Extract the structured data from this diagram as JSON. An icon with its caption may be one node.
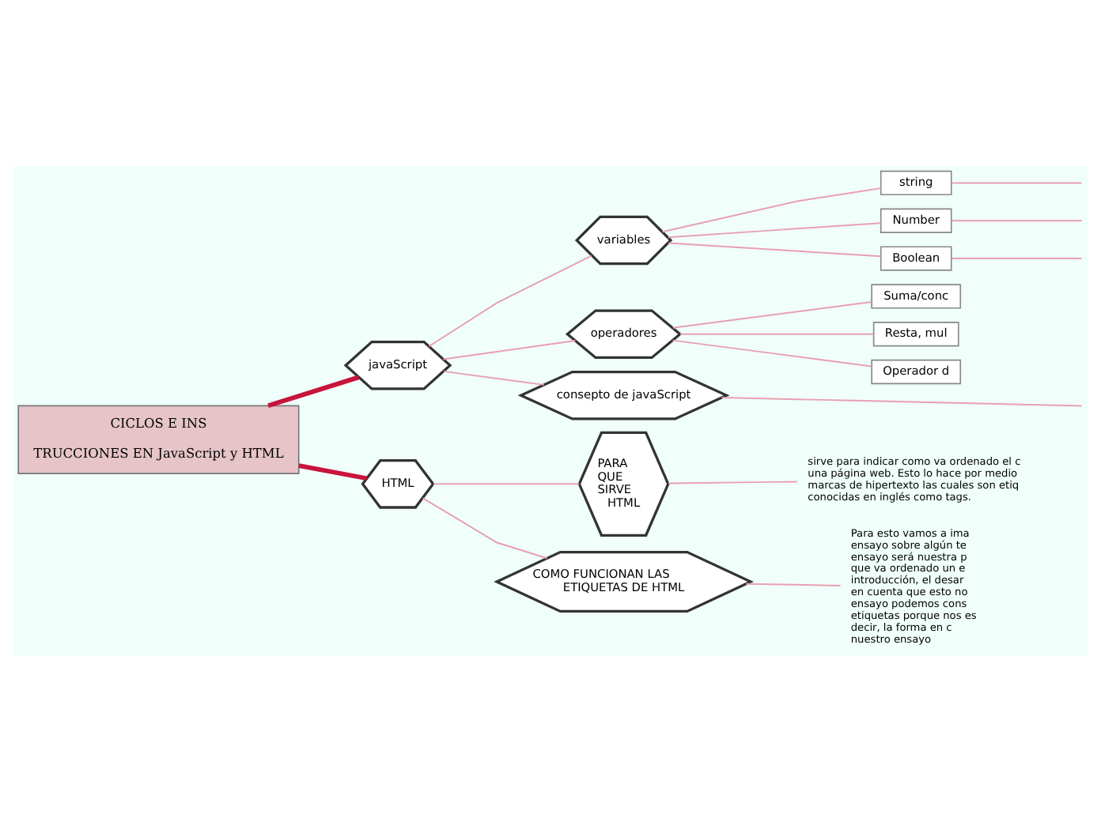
{
  "diagram": {
    "nodes": [
      {
        "text": [
          "CICLOS E INS",
          "TRUCCIONES EN JavaScript y HTML"
        ]
      },
      {
        "text": [
          "javaScript"
        ]
      },
      {
        "text": [
          "variables"
        ]
      },
      {
        "text": [
          "string"
        ]
      },
      {
        "text": [
          "Number"
        ]
      },
      {
        "text": [
          "Boolean"
        ]
      },
      {
        "text": [
          "operadores"
        ]
      },
      {
        "text": [
          "Suma/conc"
        ]
      },
      {
        "text": [
          "Resta, mul"
        ]
      },
      {
        "text": [
          "Operador d"
        ]
      },
      {
        "text": [
          "consepto de javaScript"
        ]
      },
      {
        "text": [
          "HTML"
        ]
      },
      {
        "text": [
          "PARA QUE SIRVE HTML"
        ]
      },
      {
        "text": [
          "sirve para indicar como va ordenado el c una página web. Esto lo hace por medio marcas de hipertexto las cuales son etiq conocidas en inglés como tags."
        ]
      },
      {
        "text": [
          "COMO FUNCIONAN LAS ETIQUETAS DE HTML"
        ]
      },
      {
        "text": [
          "Para esto vamos a ima ensayo sobre algún te ensayo será nuestra p que va ordenado un e introducción, el desar en cuenta que esto no ensayo podemos cons etiquetas porque nos es decir, la forma en c nuestro ensayo"
        ]
      }
    ],
    "edges": [
      {
        "from": 0,
        "to": 1,
        "arrow": "none",
        "style": "thick",
        "color": "#c8143c"
      },
      {
        "from": 1,
        "to": 2,
        "arrow": "none"
      },
      {
        "from": 2,
        "to": 3,
        "arrow": "none"
      },
      {
        "from": 2,
        "to": 4,
        "arrow": "none"
      },
      {
        "from": 2,
        "to": 5,
        "arrow": "none"
      },
      {
        "from": 3,
        "to": null,
        "arrow": "none"
      },
      {
        "from": 4,
        "to": null,
        "arrow": "none"
      },
      {
        "from": 5,
        "to": null,
        "arrow": "none"
      },
      {
        "from": 1,
        "to": 6,
        "arrow": "none"
      },
      {
        "from": 6,
        "to": 7,
        "arrow": "none"
      },
      {
        "from": 6,
        "to": 8,
        "arrow": "none"
      },
      {
        "from": 6,
        "to": 9,
        "arrow": "none"
      },
      {
        "from": 1,
        "to": 10,
        "arrow": "none"
      },
      {
        "from": 10,
        "to": null,
        "arrow": "none"
      },
      {
        "from": 0,
        "to": 11,
        "arrow": "none",
        "style": "thick",
        "color": "#c8143c"
      },
      {
        "from": 11,
        "to": 12,
        "arrow": "none"
      },
      {
        "from": 12,
        "to": 13,
        "arrow": "none"
      },
      {
        "from": 11,
        "to": 14,
        "arrow": "none"
      },
      {
        "from": 14,
        "to": 15,
        "arrow": "none"
      }
    ]
  }
}
